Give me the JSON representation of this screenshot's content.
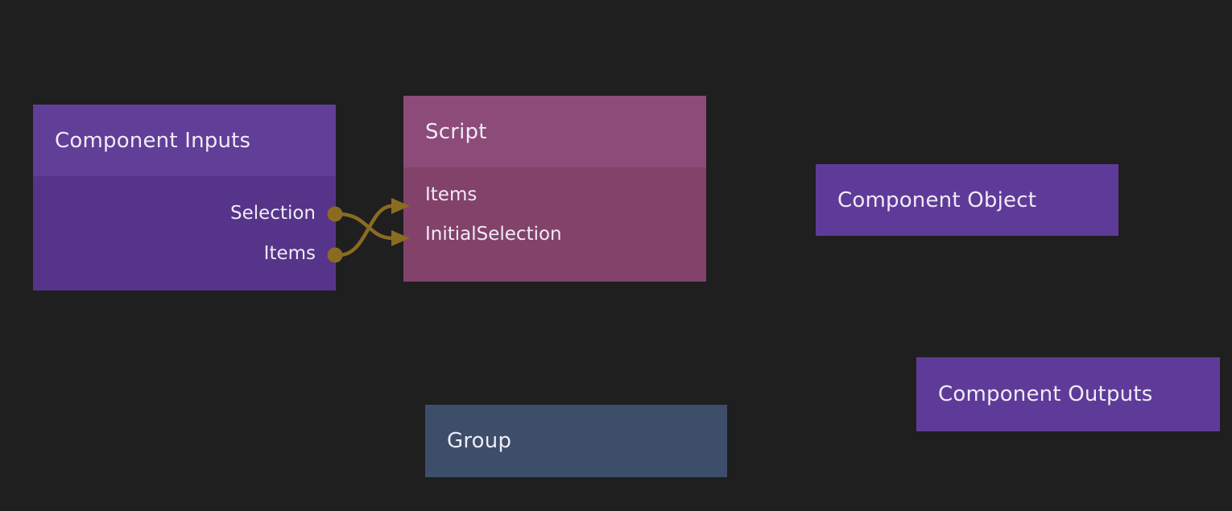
{
  "app": {
    "view": "node-graph-canvas"
  },
  "nodes": {
    "component_inputs": {
      "title": "Component Inputs",
      "ports_out": [
        "Selection",
        "Items"
      ]
    },
    "script": {
      "title": "Script",
      "ports_in": [
        "Items",
        "InitialSelection"
      ]
    },
    "component_object": {
      "title": "Component Object"
    },
    "component_outputs": {
      "title": "Component Outputs"
    },
    "group": {
      "title": "Group"
    }
  },
  "connections": [
    {
      "from": "Component Inputs.Selection",
      "to": "Script.InitialSelection"
    },
    {
      "from": "Component Inputs.Items",
      "to": "Script.Items"
    }
  ],
  "colors": {
    "background": "#1f1f20",
    "inputs_node_header": "#613e97",
    "inputs_node_body": "#553489",
    "script_node_header": "#8c4b79",
    "script_node_body": "#82426a",
    "component_node": "#5f3b99",
    "group_node": "#3c4e6a",
    "wire": "#8a6b21",
    "text": "#f0ebf6"
  }
}
